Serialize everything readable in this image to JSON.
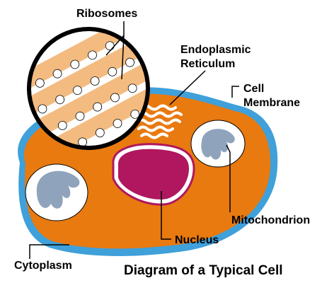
{
  "diagram": {
    "title": "Diagram of a Typical Cell",
    "labels": {
      "ribosomes": "Ribosomes",
      "er_line1": "Endoplasmic",
      "er_line2": "Reticulum",
      "membrane_line1": "Cell",
      "membrane_line2": "Membrane",
      "mitochondrion": "Mitochondrion",
      "nucleus": "Nucleus",
      "cytoplasm": "Cytoplasm"
    },
    "colors": {
      "cytoplasm": "#E87A10",
      "membrane": "#3FA0DA",
      "nucleus": "#B0175E",
      "mitochondrion": "#8FA4BC",
      "ribosome_band": "#F3BB80",
      "label_text": "#000000"
    }
  }
}
